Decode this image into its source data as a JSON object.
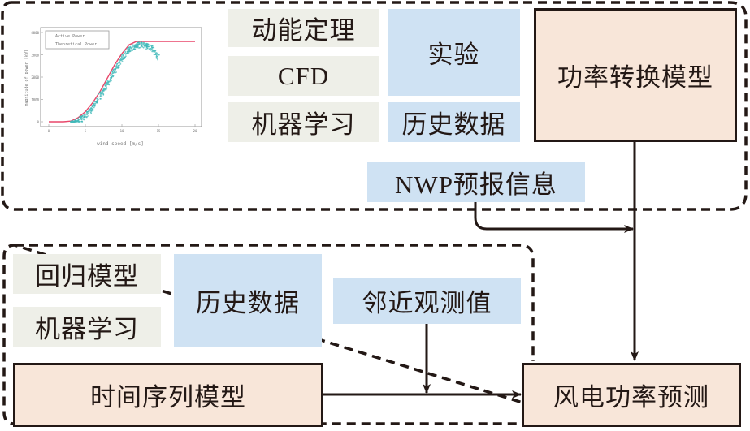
{
  "diagram": {
    "top_group": {
      "method_boxes": [
        "动能定理",
        "CFD",
        "机器学习"
      ],
      "data_boxes": [
        "实验",
        "历史数据"
      ],
      "model_box": "功率转换模型",
      "input_box": "NWP预报信息"
    },
    "bottom_group": {
      "method_boxes": [
        "回归模型",
        "机器学习"
      ],
      "data_box": "历史数据",
      "input_box": "邻近观测值",
      "model_box": "时间序列模型"
    },
    "output_box": "风电功率预测",
    "colors": {
      "method_fill": "#eeefe8",
      "data_fill": "#cfe2f3",
      "model_fill": "#f8e6d9",
      "line": "#231815"
    }
  },
  "chart_data": {
    "type": "scatter",
    "title": "",
    "xlabel": "wind speed [m/s]",
    "ylabel": "magnitude of power [kW]",
    "xlim": [
      0,
      20
    ],
    "ylim": [
      0,
      4000
    ],
    "xticks": [
      "0",
      "5",
      "10",
      "15",
      "20"
    ],
    "yticks": [
      "0",
      "1000",
      "2000",
      "3000",
      "4000"
    ],
    "legend": [
      "Active Power",
      "Theoretical Power"
    ],
    "legend_position": "top-left",
    "series": [
      {
        "name": "Theoretical Power",
        "color": "#e8476a",
        "x": [
          0,
          2,
          3,
          4,
          5,
          6,
          7,
          8,
          9,
          10,
          11,
          12,
          13,
          15,
          20
        ],
        "y": [
          0,
          0,
          30,
          180,
          450,
          850,
          1350,
          1950,
          2550,
          3050,
          3450,
          3600,
          3600,
          3600,
          3600
        ]
      },
      {
        "name": "Active Power",
        "color": "#3fb8b8",
        "x": [
          3,
          4,
          5,
          6,
          7,
          8,
          9,
          10,
          11,
          12,
          13,
          14,
          15
        ],
        "y": [
          20,
          140,
          380,
          760,
          1250,
          1800,
          2400,
          2950,
          3350,
          3550,
          3580,
          3450,
          3000
        ]
      }
    ]
  }
}
